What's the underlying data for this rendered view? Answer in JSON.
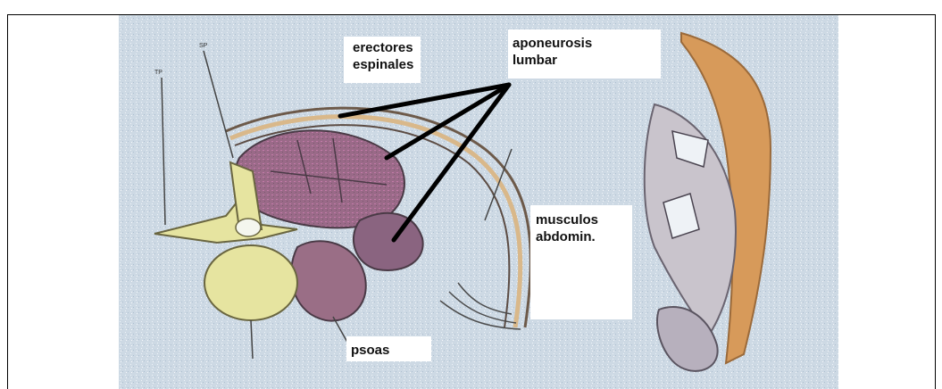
{
  "labels": {
    "erectores": "erectores\nespinales",
    "aponeurosis": "aponeurosis\nlumbar",
    "musculos": "musculos\nabdomin.",
    "psoas": "psoas"
  },
  "colors": {
    "background_speckle": "#cdd9e4",
    "vertebra": "#e6e4a0",
    "muscle_purple": "#a06a8a",
    "muscle_dark": "#6e4a66",
    "fascia_tan": "#d9b88a",
    "skin_orange": "#d79a5a",
    "pointer": "#000000"
  }
}
